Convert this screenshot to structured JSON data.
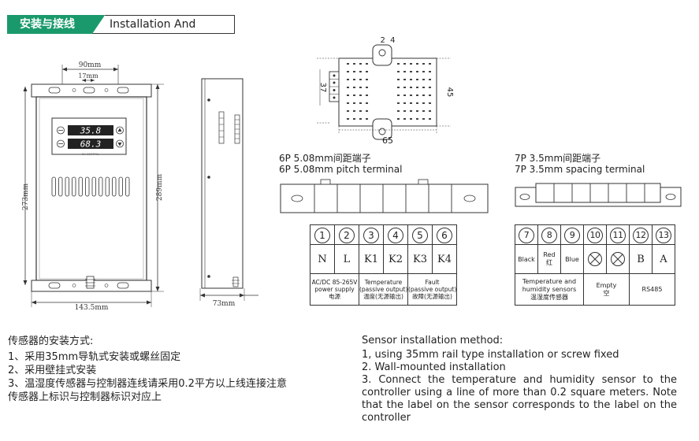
{
  "header": {
    "cn_title": "安装与接线",
    "en_title": "Installation And Wiring",
    "accent": "#1a9a6c"
  },
  "front_view": {
    "dim_top": "90mm",
    "dim_top_inner": "17mm",
    "dim_left": "273mm",
    "dim_right": "289mm",
    "dim_bottom": "143.5mm",
    "display_top": "35.8",
    "display_bottom": "68.3",
    "brand": "DH CONTROL"
  },
  "side_view": {
    "dim_bottom": "73mm"
  },
  "sensor": {
    "pins": "2  4",
    "dim_width": "65",
    "dim_height": "45",
    "dim_left": "37"
  },
  "terminal6": {
    "caption_cn": "6P 5.08mm间距端子",
    "caption_en": "6P 5.08mm pitch terminal",
    "numbers": [
      "1",
      "2",
      "3",
      "4",
      "5",
      "6"
    ],
    "labels": [
      "N",
      "L",
      "K1",
      "K2",
      "K3",
      "K4"
    ],
    "groups": [
      {
        "lines": [
          "AC/DC 85-265V",
          "power supply",
          "电源"
        ]
      },
      {
        "lines": [
          "Temperature",
          "(passive output)",
          "温度(无源输出)"
        ]
      },
      {
        "lines": [
          "Fault",
          "(passive output)",
          "故障(无源输出)"
        ]
      }
    ]
  },
  "terminal7": {
    "caption_cn": "7P 3.5mm间距端子",
    "caption_en": "7P 3.5mm spacing terminal",
    "numbers": [
      "7",
      "8",
      "9",
      "10",
      "11",
      "12",
      "13"
    ],
    "wire_black": "Black",
    "wire_red": "Red",
    "wire_red_cn": "红",
    "wire_blue": "Blue",
    "label_b": "B",
    "label_a": "A",
    "group_sensor": [
      "Temperature and",
      "humidity sensors",
      "温湿度传感器"
    ],
    "group_empty": [
      "Empty",
      "空"
    ],
    "group_rs485": "RS485"
  },
  "notes_cn": {
    "title": "传感器的安装方式:",
    "items": [
      "1、采用35mm导轨式安装或螺丝固定",
      "2、采用壁挂式安装",
      "3、温湿度传感器与控制器连线请采用0.2平方以上线连接注意",
      "传感器上标识与控制器标识对应上"
    ]
  },
  "notes_en": {
    "title": "Sensor installation method:",
    "items": [
      "1, using 35mm rail type installation or screw fixed",
      "2. Wall-mounted installation",
      "3. Connect the temperature and humidity sensor to the controller using a line of more than 0.2 square meters. Note that the label on the sensor corresponds to the label on the controller"
    ]
  }
}
